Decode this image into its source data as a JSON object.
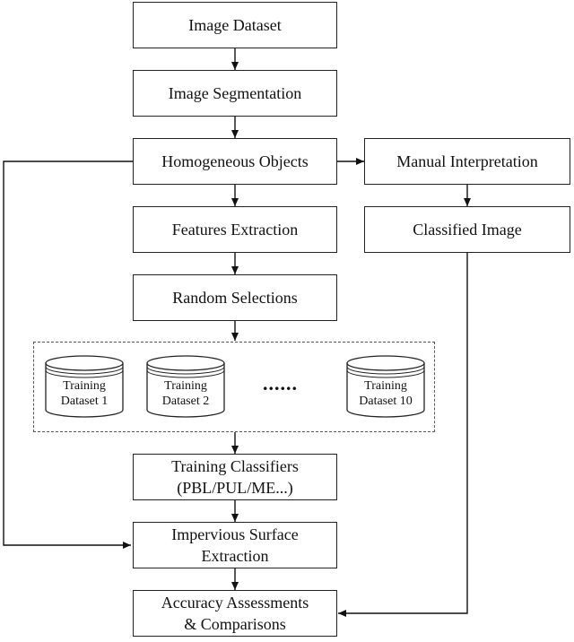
{
  "diagram": {
    "steps": {
      "image_dataset": "Image Dataset",
      "image_segmentation": "Image Segmentation",
      "homogeneous_objects": "Homogeneous Objects",
      "features_extraction": "Features Extraction",
      "random_selections": "Random Selections",
      "training_classifiers": [
        "Training Classifiers",
        "(PBL/PUL/ME...)"
      ],
      "impervious_surface_extraction": [
        "Impervious Surface",
        "Extraction"
      ],
      "accuracy_assessments": [
        "Accuracy Assessments",
        "& Comparisons"
      ],
      "manual_interpretation": "Manual Interpretation",
      "classified_image": "Classified Image"
    },
    "training_datasets": [
      [
        "Training",
        "Dataset 1"
      ],
      [
        "Training",
        "Dataset 2"
      ],
      [
        "Training",
        "Dataset 10"
      ]
    ],
    "ellipsis": "......"
  }
}
